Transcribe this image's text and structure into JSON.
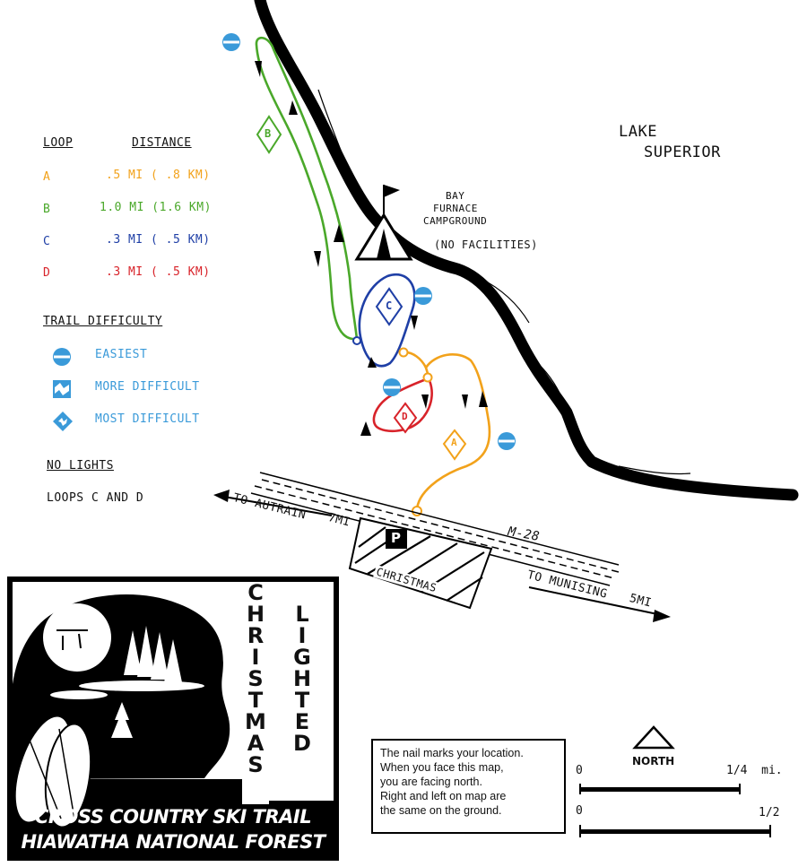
{
  "legend": {
    "header_loop": "LOOP",
    "header_distance": "DISTANCE",
    "loops": [
      {
        "id": "A",
        "distance": ".5 MI ( .8 KM)",
        "color": "#f2a21b"
      },
      {
        "id": "B",
        "distance": "1.0 MI (1.6 KM)",
        "color": "#4aa82a"
      },
      {
        "id": "C",
        "distance": ".3 MI ( .5 KM)",
        "color": "#1f3fa6"
      },
      {
        "id": "D",
        "distance": ".3 MI ( .5 KM)",
        "color": "#d8232a"
      }
    ],
    "difficulty_title": "TRAIL DIFFICULTY",
    "difficulty": [
      {
        "label": "EASIEST",
        "icon": "easiest-circle-icon"
      },
      {
        "label": "MORE DIFFICULT",
        "icon": "more-difficult-square-icon"
      },
      {
        "label": "MOST DIFFICULT",
        "icon": "most-difficult-diamond-icon"
      }
    ],
    "lights_title": "NO LIGHTS",
    "lights_text": "LOOPS C AND D",
    "difficulty_color": "#3a9ad9"
  },
  "map": {
    "lake_line1": "LAKE",
    "lake_line2": "SUPERIOR",
    "campground_line1": "BAY",
    "campground_line2": "FURNACE",
    "campground_line3": "CAMPGROUND",
    "campground_note": "(NO FACILITIES)",
    "road_left": "TO AUTRAIN",
    "road_left_dist": "7MI",
    "road_name": "M-28",
    "road_right": "TO MUNISING",
    "road_right_dist": "5MI",
    "parking_label": "P",
    "lot_label": "CHRISTMAS",
    "loop_marker_a": "A",
    "loop_marker_b": "B",
    "loop_marker_c": "C",
    "loop_marker_d": "D"
  },
  "logo": {
    "vertical_left": [
      "C",
      "H",
      "R",
      "I",
      "S",
      "T",
      "M",
      "A",
      "S"
    ],
    "vertical_right": [
      "L",
      "I",
      "G",
      "H",
      "T",
      "E",
      "D"
    ],
    "caption_line1": "CROSS COUNTRY SKI TRAIL",
    "caption_line2": "HIAWATHA NATIONAL FOREST"
  },
  "info": {
    "lines": [
      "The nail marks your location.",
      "When you face this map,",
      "you are facing north.",
      "Right and left on map are",
      "the same on the ground."
    ]
  },
  "compass": {
    "north_label": "NORTH"
  },
  "scale": {
    "bar1_start": "0",
    "bar1_end": "1/4  mi.",
    "bar2_start": "0",
    "bar2_end": "1/2"
  }
}
